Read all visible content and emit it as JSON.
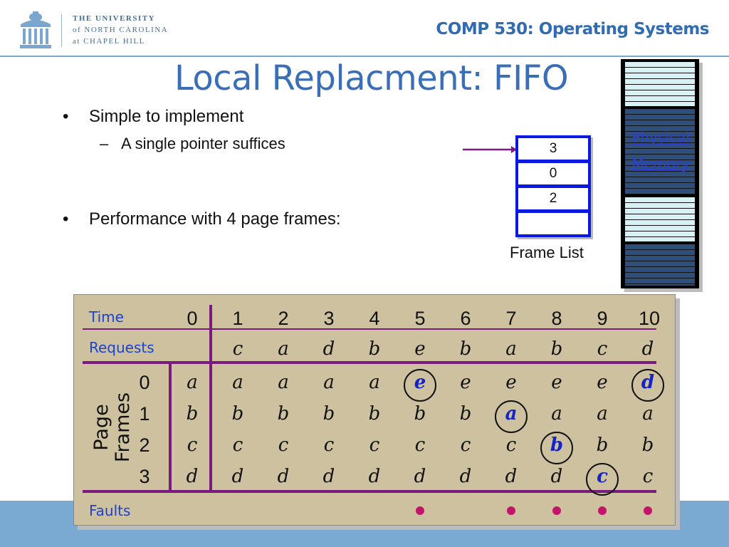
{
  "header": {
    "logo_lines": [
      "THE UNIVERSITY",
      "of NORTH CAROLINA",
      "at CHAPEL HILL"
    ],
    "course_title": "COMP 530: Operating Systems"
  },
  "slide": {
    "title": "Local Replacment: FIFO",
    "bullets": [
      {
        "marker": "•",
        "text": "Simple to implement"
      },
      {
        "marker": "–",
        "text": "A single pointer suffices"
      },
      {
        "marker": "•",
        "text": "Performance with 4 page frames:"
      }
    ]
  },
  "frame_list": {
    "cells": [
      "3",
      "0",
      "2",
      ""
    ],
    "label": "Frame List"
  },
  "physical_memory": {
    "label_lines": [
      "Physical",
      "Memory"
    ],
    "colors": {
      "light": "#d8f1f4",
      "dark": "#2e4f7c"
    }
  },
  "table": {
    "time_label": "Time",
    "requests_label": "Requests",
    "page_frames_label": [
      "Page",
      "Frames"
    ],
    "faults_label": "Faults",
    "times": [
      "0",
      "1",
      "2",
      "3",
      "4",
      "5",
      "6",
      "7",
      "8",
      "9",
      "10"
    ],
    "requests": [
      "c",
      "a",
      "d",
      "b",
      "e",
      "b",
      "a",
      "b",
      "c",
      "d"
    ],
    "frame_numbers": [
      "0",
      "1",
      "2",
      "3"
    ],
    "frames": [
      [
        "a",
        "a",
        "a",
        "a",
        "a",
        "e",
        "e",
        "e",
        "e",
        "e",
        "d"
      ],
      [
        "b",
        "b",
        "b",
        "b",
        "b",
        "b",
        "b",
        "a",
        "a",
        "a",
        "a"
      ],
      [
        "c",
        "c",
        "c",
        "c",
        "c",
        "c",
        "c",
        "c",
        "b",
        "b",
        "b"
      ],
      [
        "d",
        "d",
        "d",
        "d",
        "d",
        "d",
        "d",
        "d",
        "d",
        "c",
        "c"
      ]
    ],
    "faults": [
      {
        "time": 5,
        "frame": 0
      },
      {
        "time": 7,
        "frame": 1
      },
      {
        "time": 8,
        "frame": 2
      },
      {
        "time": 9,
        "frame": 3
      },
      {
        "time": 10,
        "frame": 0
      }
    ],
    "colors": {
      "background": "#cdc19f",
      "rule": "#7b1a7e",
      "label": "#1a43d2",
      "fault_dot": "#c2156a",
      "fault_letter": "#1424c8"
    }
  }
}
